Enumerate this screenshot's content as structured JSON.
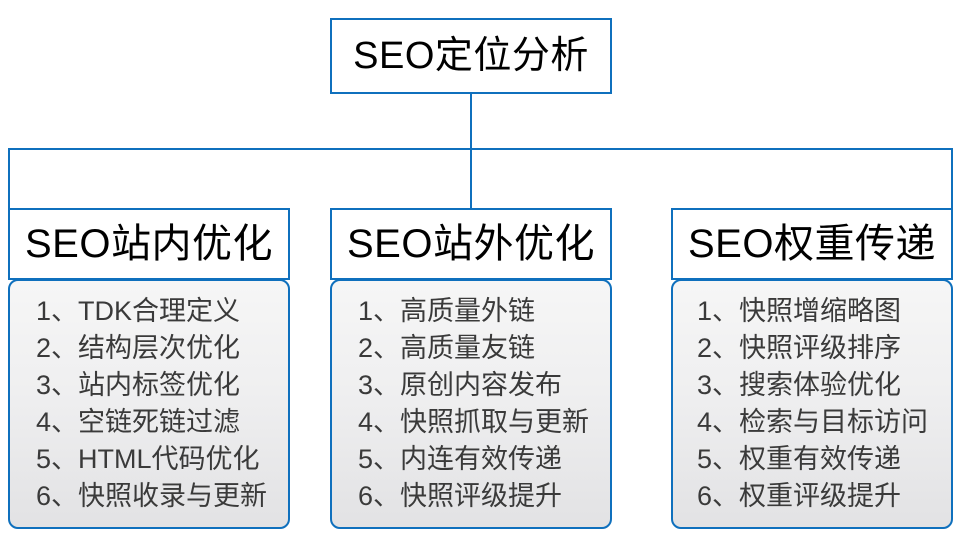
{
  "diagram": {
    "root": {
      "label": "SEO定位分析"
    },
    "accent_color": "#0f70bd",
    "branch_text_color": "#3a3a3a",
    "branches": [
      {
        "title": "SEO站内优化",
        "items": [
          "1、TDK合理定义",
          "2、结构层次优化",
          "3、站内标签优化",
          "4、空链死链过滤",
          "5、HTML代码优化",
          "6、快照收录与更新"
        ]
      },
      {
        "title": "SEO站外优化",
        "items": [
          "1、高质量外链",
          "2、高质量友链",
          "3、原创内容发布",
          "4、快照抓取与更新",
          "5、内连有效传递",
          "6、快照评级提升"
        ]
      },
      {
        "title": "SEO权重传递",
        "items": [
          "1、快照增缩略图",
          "2、快照评级排序",
          "3、搜索体验优化",
          "4、检索与目标访问",
          "5、权重有效传递",
          "6、权重评级提升"
        ]
      }
    ]
  }
}
